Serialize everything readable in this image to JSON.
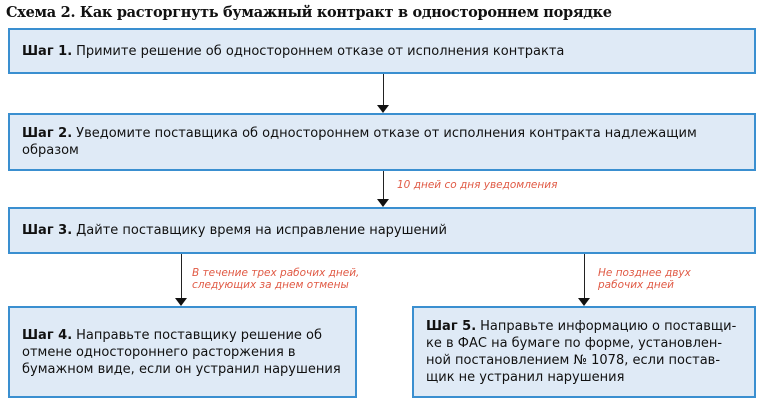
{
  "title": "Схема 2. Как расторгнуть бумажный контракт в одностороннем порядке",
  "steps": [
    {
      "label": "Шаг 1.",
      "text": "Примите решение об одностороннем отказе от исполнения контракта"
    },
    {
      "label": "Шаг 2.",
      "text": "Уведомите поставщика об одностороннем отказе от исполнения контракта надлежащим образом"
    },
    {
      "label": "Шаг 3.",
      "text": "Дайте поставщику время на исправление нарушений"
    },
    {
      "label": "Шаг 4.",
      "text": "Направьте поставщику решение об отмене одностороннего расторжения в бумажном виде, если он устранил наруше­ния"
    },
    {
      "label": "Шаг 5.",
      "text": "Направьте информацию о поставщи­ке в ФАС на бумаге по форме, установлен­ной постановлением № 1078, если постав­щик не устранил нарушения"
    }
  ],
  "notes": {
    "step2_to_3": "10 дней со дня уведомления",
    "step3_to_4": "В течение трех рабочих дней, следующих за днем отмены",
    "step3_to_5": "Не позднее двух рабочих дней"
  }
}
